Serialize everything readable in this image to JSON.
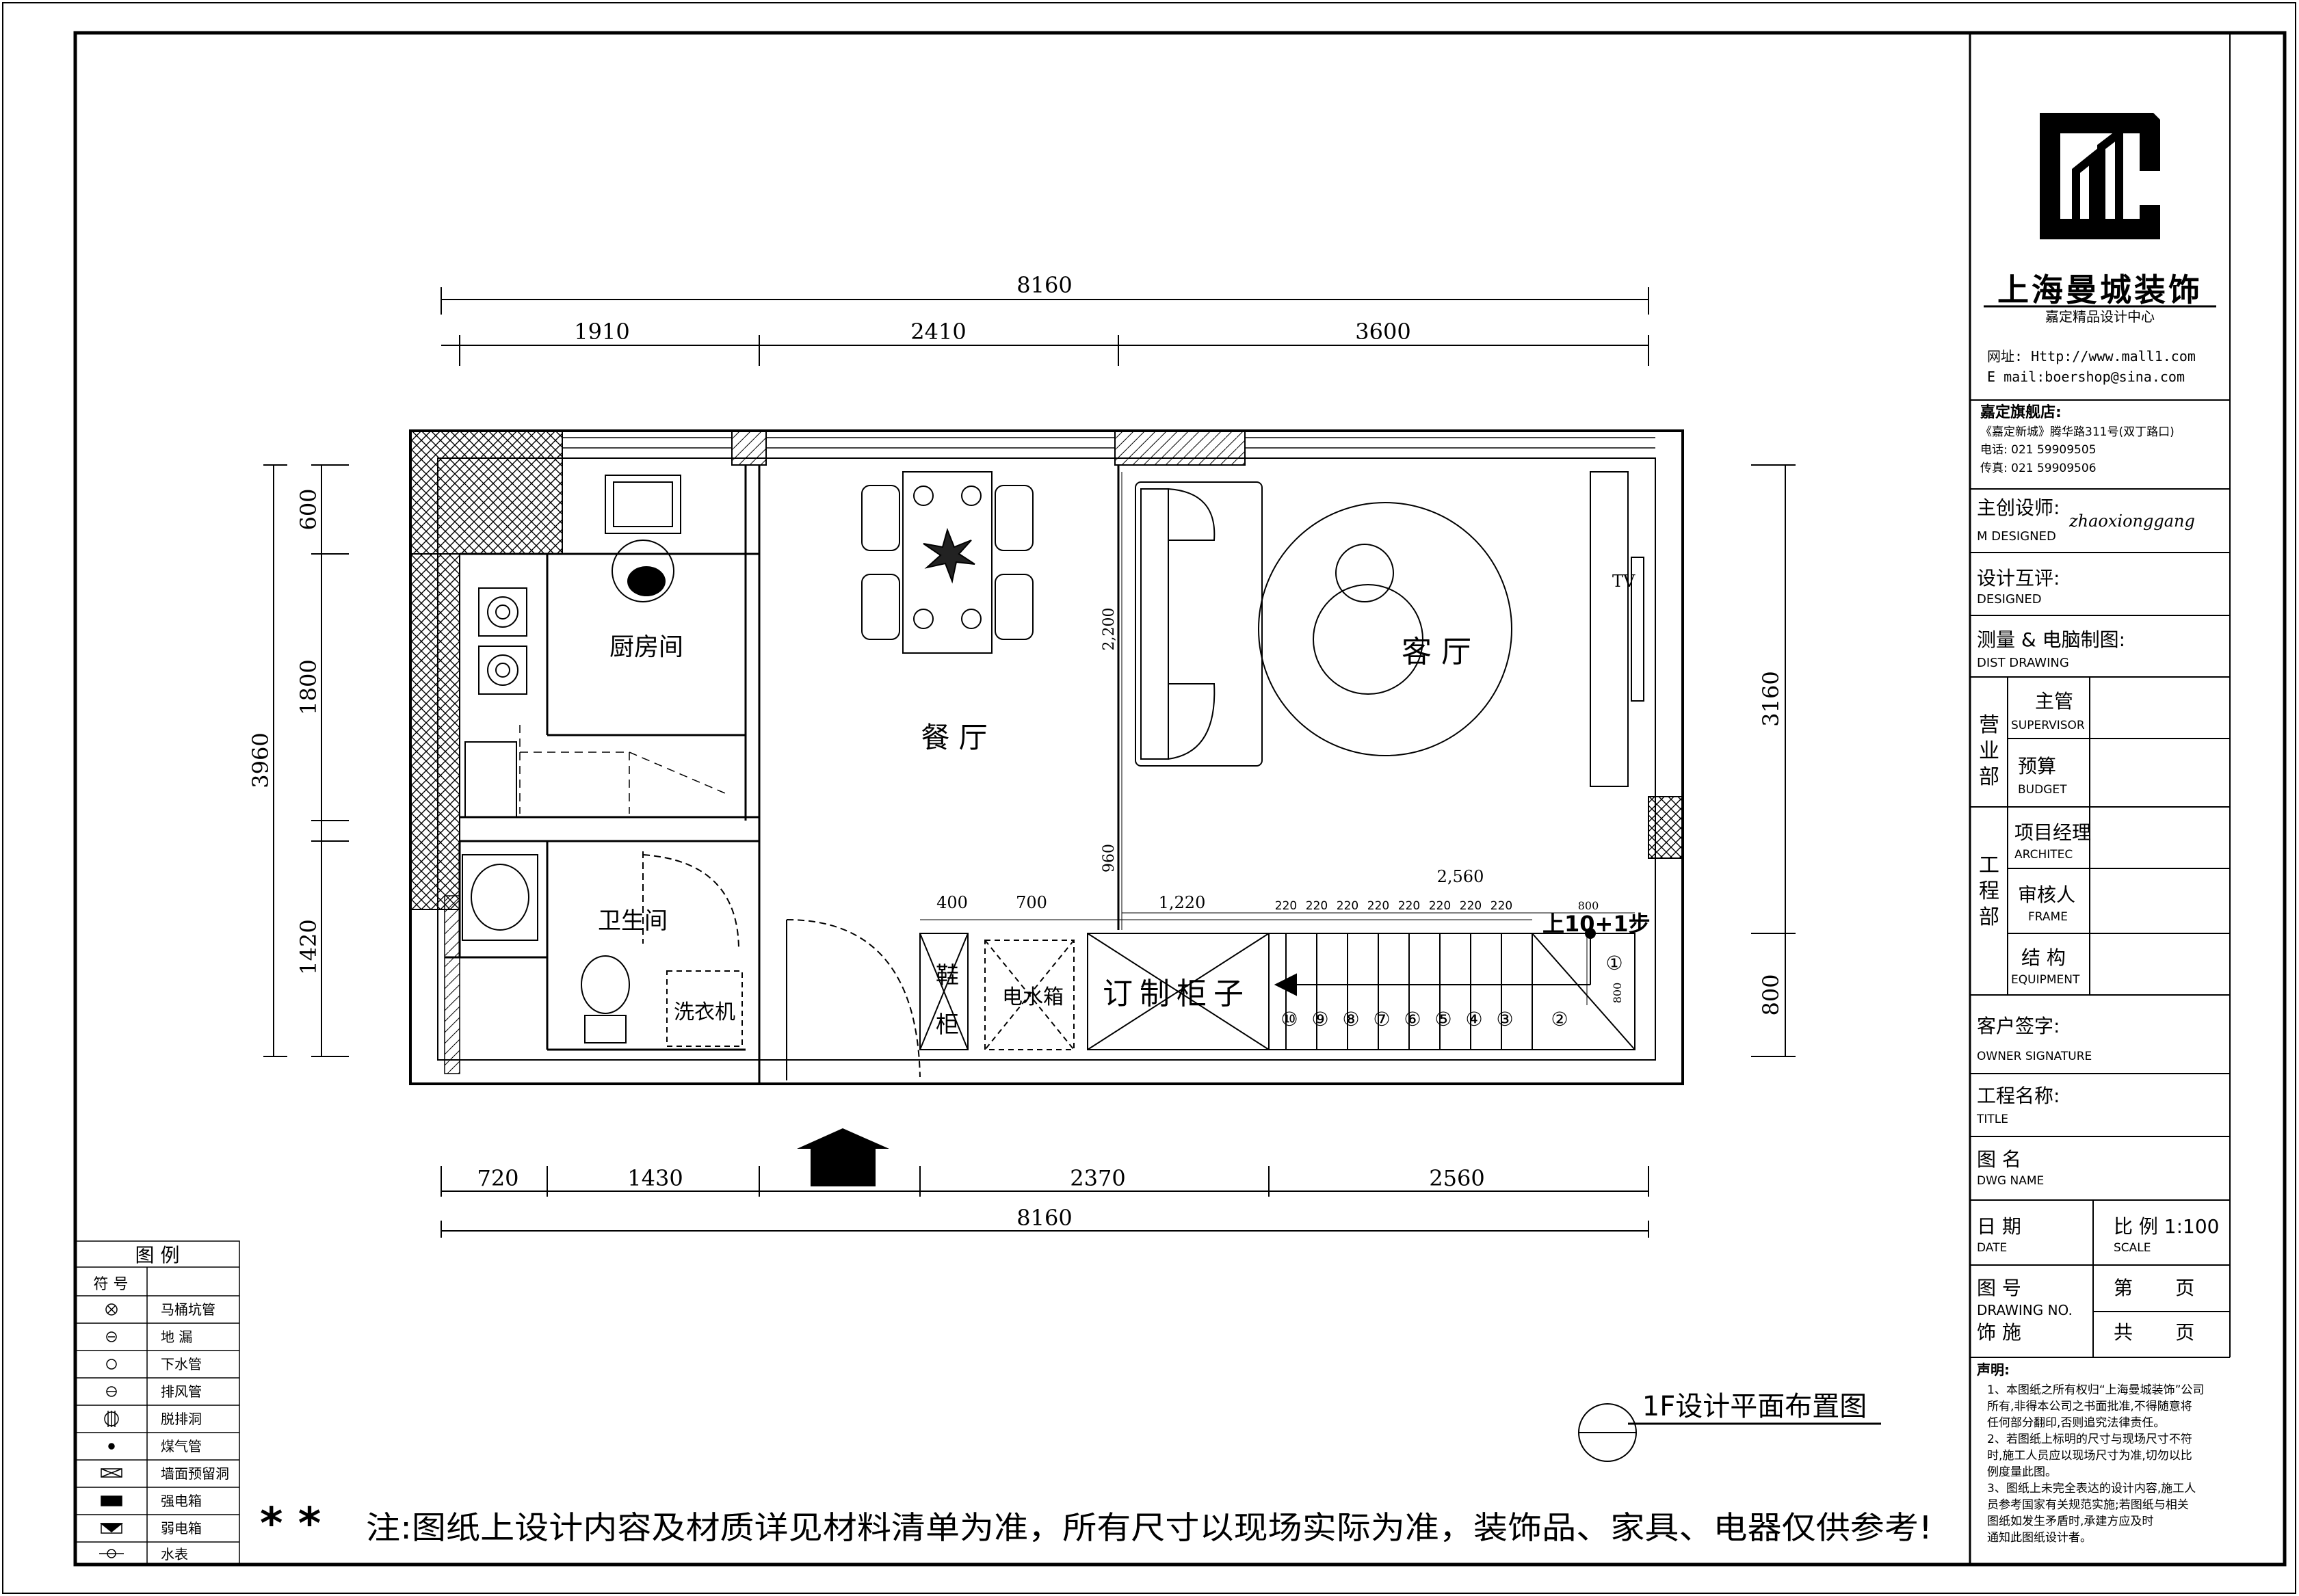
{
  "plan": {
    "dims_top": {
      "total": "8160",
      "seg1": "1910",
      "seg2": "2410",
      "seg3": "3600"
    },
    "dims_bottom": {
      "seg1": "720",
      "seg2": "1430",
      "seg3": "2370",
      "seg4": "2560",
      "total": "8160"
    },
    "dims_left": {
      "total": "3960",
      "seg1": "600",
      "seg2": "1800",
      "seg3": "1420"
    },
    "dims_right": {
      "seg1": "3160",
      "seg2": "800"
    },
    "inner_dims": {
      "d2200": "2,200",
      "d960": "960",
      "d400": "400",
      "d700": "700",
      "d1220": "1,220",
      "d2560": "2,560",
      "d800": "800",
      "d800b": "800",
      "steps": [
        "220",
        "220",
        "220",
        "220",
        "220",
        "220",
        "220",
        "220"
      ]
    },
    "rooms": {
      "kitchen": "厨房间",
      "dining": "餐 厅",
      "living": "客 厅",
      "bathroom": "卫生间"
    },
    "labels": {
      "tv": "TV",
      "washer": "洗衣机",
      "water_heater": "电水箱",
      "shoe_cabinet_1": "鞋",
      "shoe_cabinet_2": "柜",
      "custom_cabinet": "订制柜子",
      "stair_up": "上10+1步"
    },
    "stair_numbers": [
      "⑩",
      "⑨",
      "⑧",
      "⑦",
      "⑥",
      "⑤",
      "④",
      "③",
      "②"
    ],
    "stair_first": "①",
    "title": "1F设计平面布置图",
    "note_stars": "* *",
    "note": "注:图纸上设计内容及材质详见材料清单为准，所有尺寸以现场实际为准，装饰品、家具、电器仅供参考!"
  },
  "legend": {
    "title": "图 例",
    "header": "符 号",
    "items": [
      "马桶坑管",
      "地 漏",
      "下水管",
      "排风管",
      "脱排洞",
      "煤气管",
      "墙面预留洞",
      "强电箱",
      "弱电箱",
      "水表"
    ]
  },
  "titleblock": {
    "company": "上海曼城装饰",
    "subtitle": "嘉定精品设计中心",
    "web": "网址: Http://www.mall1.com",
    "email": "E mail:boershop@sina.com",
    "store": "嘉定旗舰店:",
    "address": "《嘉定新城》腾华路311号(双丁路口)",
    "phone": "电话: 021 59909505",
    "fax": "传真: 021 59909506",
    "designer_cn": "主创设师:",
    "designer_en": "M DESIGNED",
    "designer_sig": "zhaoxionggang",
    "review_cn": "设计互评:",
    "review_en": "DESIGNED",
    "measure_cn": "测量 & 电脑制图:",
    "measure_en": "DIST    DRAWING",
    "sales_dept": [
      "营",
      "业",
      "部"
    ],
    "supervisor_cn": "主管",
    "supervisor_en": "SUPERVISOR",
    "budget_cn": "预算",
    "budget_en": "BUDGET",
    "eng_dept": [
      "工",
      "程",
      "部"
    ],
    "pm_cn": "项目经理",
    "pm_en": "ARCHITEC",
    "checker_cn": "审核人",
    "checker_en": "FRAME",
    "structure_cn": "结 构",
    "structure_en": "EQUIPMENT",
    "client_cn": "客户签字:",
    "client_en": "OWNER  SIGNATURE",
    "project_cn": "工程名称:",
    "project_en": "TITLE",
    "dwgname_cn": "图 名",
    "dwgname_en": "DWG NAME",
    "date_cn": "日 期",
    "date_en": "DATE",
    "scale_cn": "比 例 1:100",
    "scale_en": "SCALE",
    "dwgno_cn": "图 号",
    "dwgno_en": "DRAWING NO.",
    "impl_cn": "饰 施",
    "page_cn": "第       页",
    "total_cn": "共       页",
    "statement_title": "声明:",
    "statement": [
      "1、本图纸之所有权归“上海曼城装饰”公司",
      "所有,非得本公司之书面批准,不得随意将",
      "任何部分翻印,否则追究法律责任。",
      "2、若图纸上标明的尺寸与现场尺寸不符",
      "时,施工人员应以现场尺寸为准,切勿以比",
      "例度量此图。",
      "3、图纸上未完全表达的设计内容,施工人",
      "员参考国家有关规范实施;若图纸与相关",
      "图纸如发生矛盾时,承建方应及时",
      "通知此图纸设计者。"
    ]
  }
}
